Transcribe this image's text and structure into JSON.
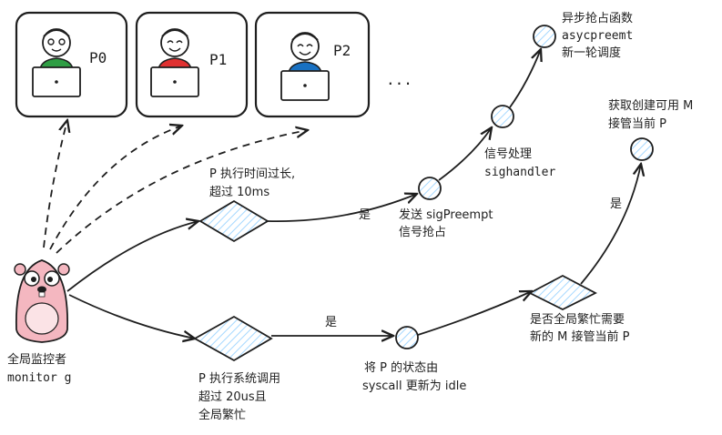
{
  "processors": [
    {
      "label": "P0",
      "shirt_color": "#2f9e44"
    },
    {
      "label": "P1",
      "shirt_color": "#e03131"
    },
    {
      "label": "P2",
      "shirt_color": "#1971c2"
    }
  ],
  "ellipsis": "...",
  "monitor": {
    "line1": "全局监控者",
    "line2": "monitor g"
  },
  "upper_branch": {
    "condition_line1": "P 执行时间过长,",
    "condition_line2": "超过 10ms",
    "yes_label": "是",
    "send_line1": "发送 sigPreempt",
    "send_line2": "信号抢占",
    "signal_line1": "信号处理",
    "signal_line2": "sighandler",
    "async_line1": "异步抢占函数",
    "async_line2": "asycpreemt",
    "async_line3": "新一轮调度"
  },
  "lower_branch": {
    "condition_line1": "P 执行系统调用",
    "condition_line2": "超过 20us且",
    "condition_line3": "全局繁忙",
    "yes_label": "是",
    "state_line1": "将 P 的状态由",
    "state_line2": "syscall 更新为 idle",
    "check_line1": "是否全局繁忙需要",
    "check_line2": "新的 M 接管当前 P",
    "yes_label_2": "是",
    "acquire_line1": "获取创建可用 M",
    "acquire_line2": "接管当前 P"
  },
  "colors": {
    "stroke": "#1e1e1e",
    "hatch": "#a5d8ff",
    "gopher_body": "#f4b7c0",
    "gopher_belly": "#fbe3e6"
  }
}
